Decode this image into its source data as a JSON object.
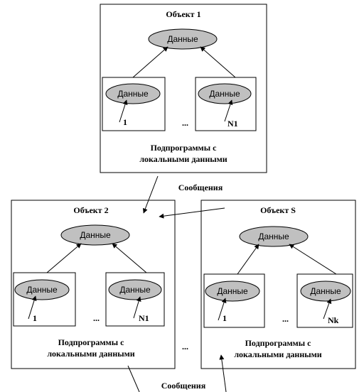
{
  "object1": {
    "title": "Объект 1",
    "top_data": "Данные",
    "sub_left_data": "Данные",
    "sub_right_data": "Данные",
    "sub_left_index": "1",
    "sub_right_index": "N1",
    "ellipsis": "...",
    "caption_line1": "Подпрограммы с",
    "caption_line2": "локальными данными"
  },
  "object2": {
    "title": "Объект 2",
    "top_data": "Данные",
    "sub_left_data": "Данные",
    "sub_right_data": "Данные",
    "sub_left_index": "1",
    "sub_right_index": "N1",
    "ellipsis": "...",
    "caption_line1": "Подпрограммы с",
    "caption_line2": "локальными данными"
  },
  "objectS": {
    "title": "Объект S",
    "top_data": "Данные",
    "sub_left_data": "Данные",
    "sub_right_data": "Данные",
    "sub_left_index": "1",
    "sub_right_index": "Nk",
    "ellipsis": "...",
    "caption_line1": "Подпрограммы с",
    "caption_line2": "локальными данными"
  },
  "between_objects_ellipsis": "...",
  "messages_label_top": "Сообщения",
  "messages_label_bottom": "Сообщения",
  "colors": {
    "oval_fill": "#c0c0c0",
    "stroke": "#000000"
  }
}
